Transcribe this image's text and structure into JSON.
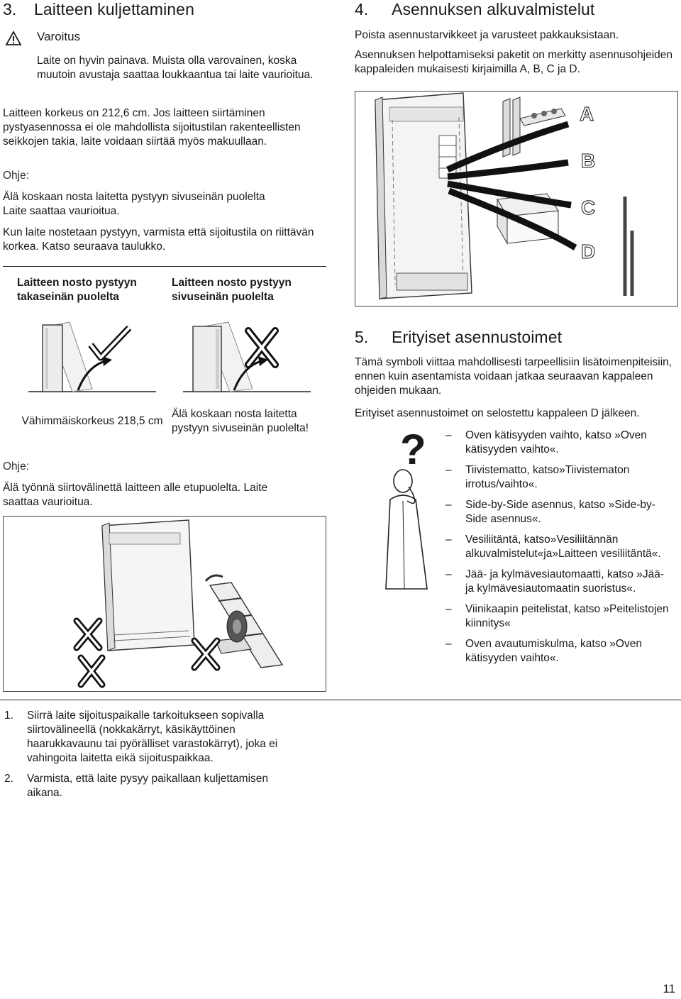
{
  "sec3": {
    "number": "3.",
    "title": "Laitteen kuljettaminen",
    "warning_title": "Varoitus",
    "warning_text": "Laite on hyvin painava. Muista olla varovainen, koska muutoin avustaja saattaa loukkaantua tai laite vaurioitua.",
    "height_text": "Laitteen korkeus on 212,6 cm. Jos laitteen siirtäminen pystyasennossa ei ole mahdollista sijoitustilan rakenteellisten seikkojen takia, laite voidaan siirtää myös makuullaan.",
    "note_label": "Ohje:",
    "note_line1": "Älä koskaan nosta laitetta pystyyn sivuseinän puolelta",
    "note_line2": "Laite saattaa vaurioitua.",
    "lift_text": "Kun laite nostetaan pystyyn, varmista että sijoitustila on riittävän korkea. Katso seuraava taulukko.",
    "table": {
      "col1_header": "Laitteen nosto pystyyn takaseinän puolelta",
      "col2_header": "Laitteen nosto pystyyn sivuseinän puolelta",
      "col1_caption": "Vähimmäiskorkeus 218,5 cm",
      "col2_caption": "Älä koskaan nosta laitetta pystyyn sivuseinän puolelta!"
    },
    "note2_label": "Ohje:",
    "note2_text": "Älä työnnä siirtovälinettä laitteen alle etupuolelta. Laite saattaa vaurioitua."
  },
  "steps": [
    {
      "n": "1.",
      "text": "Siirrä laite sijoituspaikalle tarkoitukseen sopivalla siirtovälineellä (nokkakärryt, käsikäyttöinen haarukkavaunu tai pyörälliset varastokärryt), joka ei vahingoita laitetta eikä sijoituspaikkaa."
    },
    {
      "n": "2.",
      "text": "Varmista, että laite pysyy paikallaan kuljettamisen aikana."
    }
  ],
  "sec4": {
    "number": "4.",
    "title": "Asennuksen alkuvalmistelut",
    "p1": "Poista asennustarvikkeet ja varusteet pakkauksistaan.",
    "p2": "Asennuksen helpottamiseksi paketit on merkitty asennusohjeiden kappaleiden mukaisesti kirjaimilla A, B, C ja D.",
    "letters": [
      "A",
      "B",
      "C",
      "D"
    ]
  },
  "sec5": {
    "number": "5.",
    "title": "Erityiset asennustoimet",
    "p1": "Tämä symboli viittaa mahdollisesti tarpeellisiin lisätoimenpiteisiin, ennen kuin asentamista voidaan jatkaa seuraavan kappaleen ohjeiden mukaan.",
    "p2": "Erityiset asennustoimet on selostettu kappaleen D jälkeen.",
    "items": [
      "Oven kätisyyden vaihto, katso »Oven kätisyyden vaihto«.",
      "Tiivistematto, katso»Tiivistematon irrotus/vaihto«.",
      "Side-by-Side asennus, katso »Side-by-Side asennus«.",
      "Vesiliitäntä, katso»Vesiliitännän alkuvalmistelut«ja»Laitteen vesiliitäntä«.",
      "Jää- ja kylmävesiautomaatti, katso »Jää- ja kylmävesiautomaatin suoristus«.",
      "Viinikaapin peitelistat, katso »Peitelistojen kiinnitys«",
      "Oven avautumiskulma, katso »Oven kätisyyden vaihto«."
    ],
    "dash": "–",
    "question_mark": "?"
  },
  "page_number": "11"
}
